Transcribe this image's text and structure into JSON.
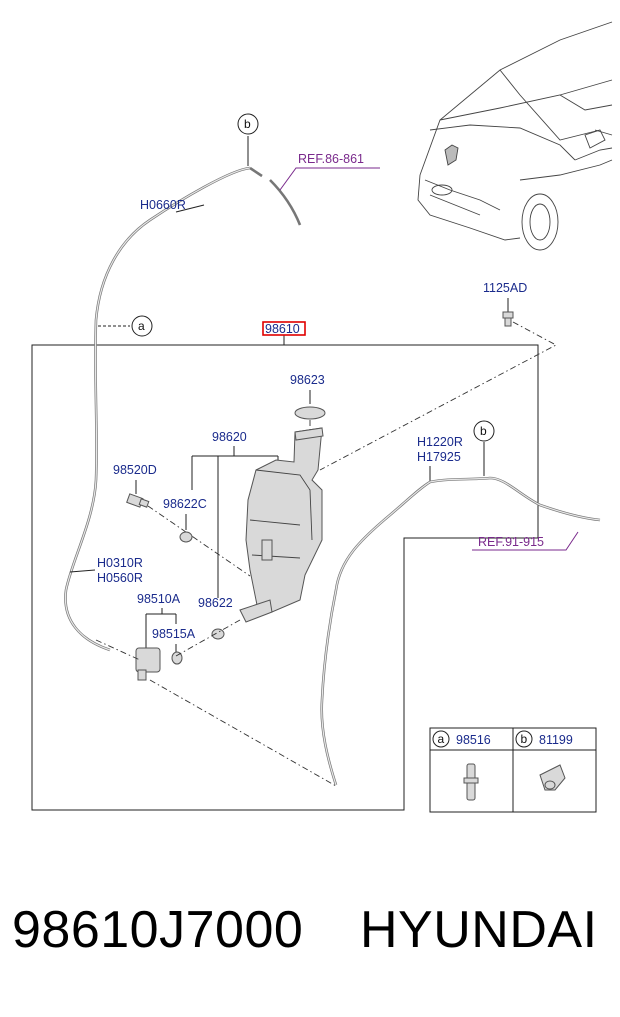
{
  "diagram": {
    "assembly_code": "98610",
    "callouts": {
      "hose_upper": "H0660R",
      "bolt": "1125AD",
      "cap": "98623",
      "reservoir": "98620",
      "pump_motor": "98520D",
      "grommet_c": "98622C",
      "hose_right_1": "H1220R",
      "hose_right_2": "H17925",
      "hose_left_1": "H0310R",
      "hose_left_2": "H0560R",
      "pump": "98510A",
      "grommet": "98622",
      "seal": "98515A"
    },
    "references": {
      "upper": "REF.86-861",
      "lower": "REF.91-915"
    },
    "detail_markers": {
      "a": "a",
      "b": "b"
    },
    "legend": [
      {
        "marker": "a",
        "part": "98516"
      },
      {
        "marker": "b",
        "part": "81199"
      }
    ],
    "colors": {
      "label": "#1a2b8c",
      "reference": "#7a2a8c",
      "highlight": "#e00000"
    }
  },
  "footer": {
    "part_number": "98610J7000",
    "brand": "HYUNDAI"
  }
}
